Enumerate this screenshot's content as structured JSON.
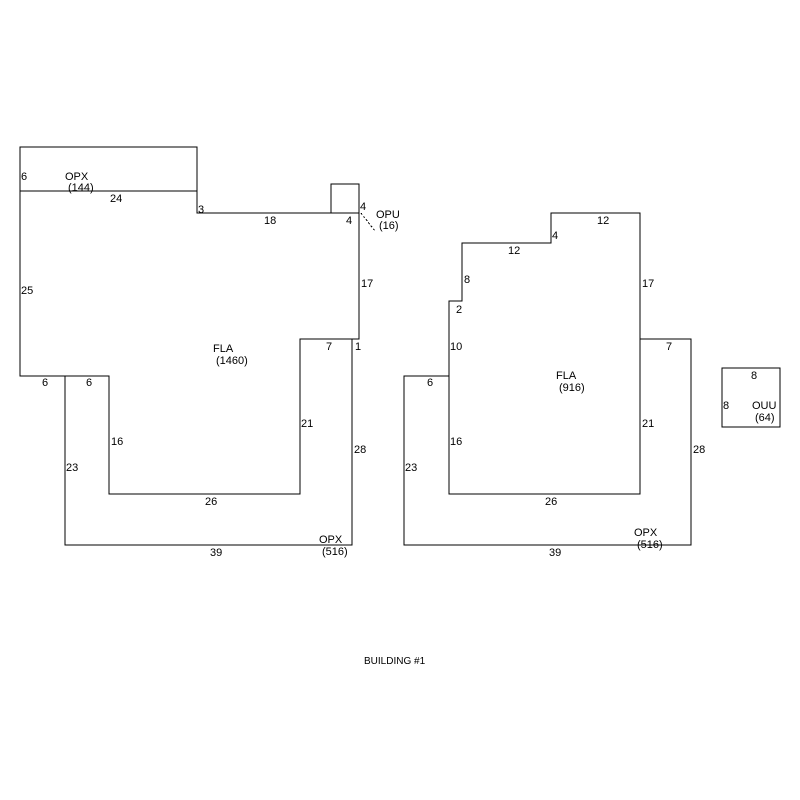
{
  "title": "BUILDING #1",
  "left_section": {
    "opx_top": {
      "code": "OPX",
      "area": "(144)",
      "dim_left": "6",
      "dim_bottom": "24"
    },
    "opu": {
      "code": "OPU",
      "area": "(16)",
      "dim_right": "4",
      "dim_bottom": "4"
    },
    "fla": {
      "code": "FLA",
      "area": "(1460)"
    },
    "opx_bottom": {
      "code": "OPX",
      "area": "(516)"
    },
    "dims": {
      "step_3": "3",
      "top_18": "18",
      "right_17": "17",
      "left_25": "25",
      "step_7": "7",
      "step_1": "1",
      "bottom_left_6": "6",
      "notch_6": "6",
      "inner_16": "16",
      "inner_21": "21",
      "inner_26": "26",
      "outer_23": "23",
      "outer_28": "28",
      "outer_39": "39"
    }
  },
  "right_section": {
    "fla": {
      "code": "FLA",
      "area": "(916)"
    },
    "opx": {
      "code": "OPX",
      "area": "(516)"
    },
    "dims": {
      "top_12": "12",
      "step_4": "4",
      "mid_12": "12",
      "step_8": "8",
      "step_2": "2",
      "left_10": "10",
      "left_6": "6",
      "inner_16": "16",
      "inner_26": "26",
      "right_17": "17",
      "step_7": "7",
      "inner_21": "21",
      "outer_23": "23",
      "outer_28": "28",
      "outer_39": "39"
    }
  },
  "ouu": {
    "code": "OUU",
    "area": "(64)",
    "dim_top": "8",
    "dim_left": "8"
  }
}
